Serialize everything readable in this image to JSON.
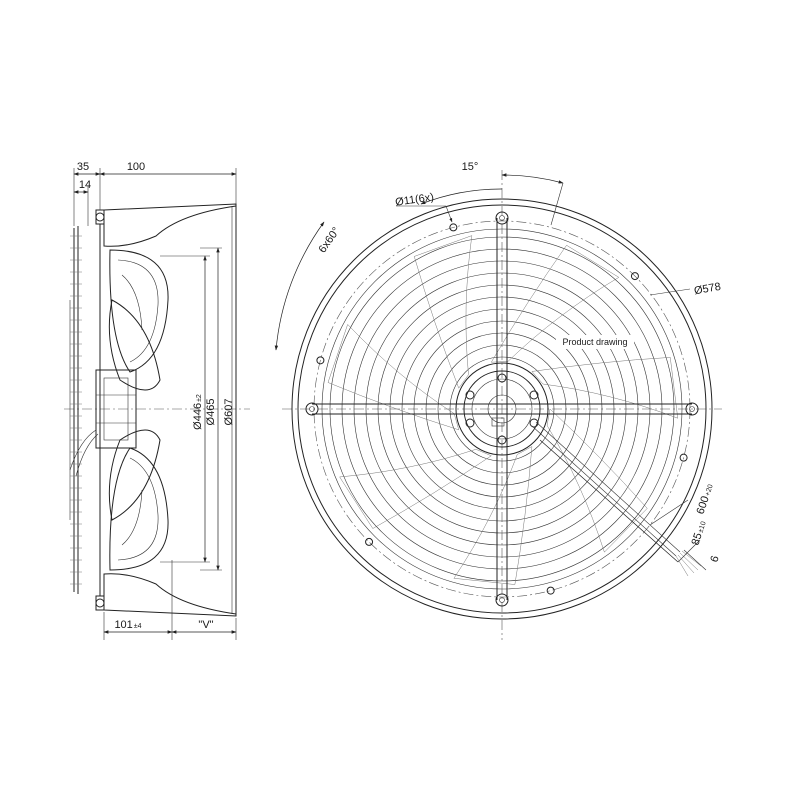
{
  "side_view": {
    "dim_top_1": "35",
    "dim_top_2": "100",
    "dim_left": "14",
    "dim_bottom": "101",
    "dim_bottom_tol": "±4",
    "dim_bottom_v": "\"V\"",
    "dia_1": "Ø446",
    "dia_1_tol": "±2",
    "dia_2": "Ø465",
    "dia_3": "Ø607"
  },
  "front_view": {
    "angle_top": "15°",
    "holes": "Ø11(6x)",
    "angle_pattern": "6x60°",
    "dia_ring": "Ø578",
    "label": "Product drawing",
    "cable_length": "600",
    "cable_length_tol": "+20",
    "strip_length": "85",
    "strip_length_tol": "±10",
    "wire_end": "6"
  },
  "colors": {
    "line": "#222222",
    "background": "#ffffff"
  }
}
